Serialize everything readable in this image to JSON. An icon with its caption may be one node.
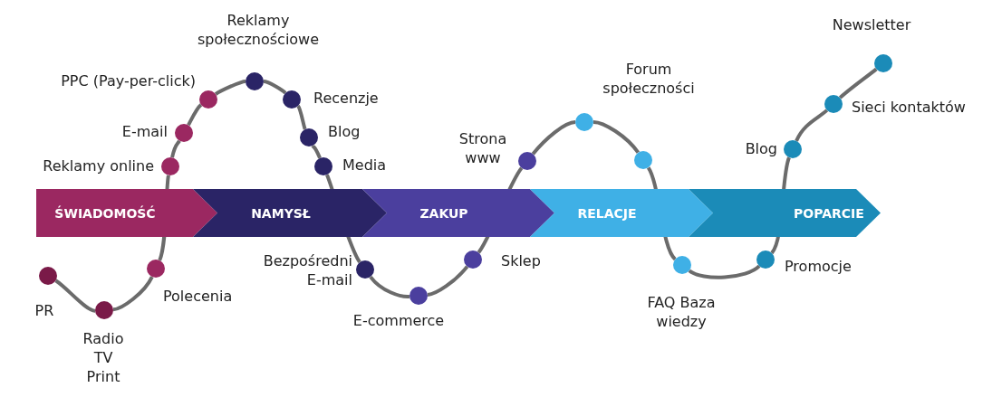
{
  "diagram": {
    "nodes": [
      {
        "text": [
          "ŚWIADOMOŚĆ"
        ]
      },
      {
        "text": [
          "NAMYSŁ"
        ]
      },
      {
        "text": [
          "ZAKUP"
        ]
      },
      {
        "text": [
          "RELACJE"
        ]
      },
      {
        "text": [
          "POPARCIE"
        ]
      },
      {
        "text": [],
        "shape": "circle",
        "beside": [
          "PR"
        ]
      },
      {
        "text": [],
        "shape": "circle",
        "beside": [
          "Radio TV Print"
        ]
      },
      {
        "text": [],
        "shape": "circle",
        "beside": [
          "Polecenia"
        ]
      },
      {
        "text": [],
        "shape": "circle",
        "beside": [
          "Reklamy online"
        ]
      },
      {
        "text": [],
        "shape": "circle",
        "beside": [
          "E-mail"
        ]
      },
      {
        "text": [],
        "shape": "circle",
        "beside": [
          "PPC (Pay-per-click)"
        ]
      },
      {
        "text": [],
        "shape": "circle",
        "beside": [
          "Reklamy społecznościowe"
        ]
      },
      {
        "text": [],
        "shape": "circle",
        "beside": [
          "Recenzje"
        ]
      },
      {
        "text": [],
        "shape": "circle",
        "beside": [
          "Blog"
        ]
      },
      {
        "text": [],
        "shape": "circle",
        "beside": [
          "Media"
        ]
      },
      {
        "text": [],
        "shape": "circle",
        "beside": [
          "Bezpośredni E-mail"
        ]
      },
      {
        "text": [],
        "shape": "circle",
        "beside": [
          "E-commerce"
        ]
      },
      {
        "text": [],
        "shape": "circle",
        "beside": [
          "Sklep"
        ]
      },
      {
        "text": [],
        "shape": "circle",
        "beside": [
          "Strona www"
        ]
      },
      {
        "text": [],
        "shape": "circle",
        "beside": [
          "Forum społeczności"
        ]
      },
      {
        "text": [],
        "shape": "circle"
      },
      {
        "text": [],
        "shape": "circle",
        "beside": [
          "FAQ Baza wiedzy"
        ]
      },
      {
        "text": [],
        "shape": "circle",
        "beside": [
          "Promocje"
        ]
      },
      {
        "text": [],
        "shape": "circle",
        "beside": [
          "Blog"
        ]
      },
      {
        "text": [],
        "shape": "circle",
        "beside": [
          "Sieci kontaktów"
        ]
      },
      {
        "text": [],
        "shape": "circle",
        "beside": [
          "Newsletter"
        ]
      }
    ],
    "edges": [
      {
        "from": 5,
        "to": 6,
        "arrow": "none"
      },
      {
        "from": 6,
        "to": 7,
        "arrow": "none"
      },
      {
        "from": 7,
        "to": 8,
        "arrow": "none"
      },
      {
        "from": 8,
        "to": 9,
        "arrow": "none"
      },
      {
        "from": 9,
        "to": 10,
        "arrow": "none"
      },
      {
        "from": 10,
        "to": 11,
        "arrow": "none"
      },
      {
        "from": 11,
        "to": 12,
        "arrow": "none"
      },
      {
        "from": 12,
        "to": 13,
        "arrow": "none"
      },
      {
        "from": 13,
        "to": 14,
        "arrow": "none"
      },
      {
        "from": 14,
        "to": 15,
        "arrow": "none"
      },
      {
        "from": 15,
        "to": 16,
        "arrow": "none"
      },
      {
        "from": 16,
        "to": 17,
        "arrow": "none"
      },
      {
        "from": 17,
        "to": 18,
        "arrow": "none"
      },
      {
        "from": 18,
        "to": 19,
        "arrow": "none"
      },
      {
        "from": 19,
        "to": 20,
        "arrow": "none"
      },
      {
        "from": 20,
        "to": 21,
        "arrow": "none"
      },
      {
        "from": 21,
        "to": 22,
        "arrow": "none"
      },
      {
        "from": 22,
        "to": 23,
        "arrow": "none"
      },
      {
        "from": 23,
        "to": 24,
        "arrow": "none"
      },
      {
        "from": 24,
        "to": 25,
        "arrow": "none"
      }
    ]
  }
}
